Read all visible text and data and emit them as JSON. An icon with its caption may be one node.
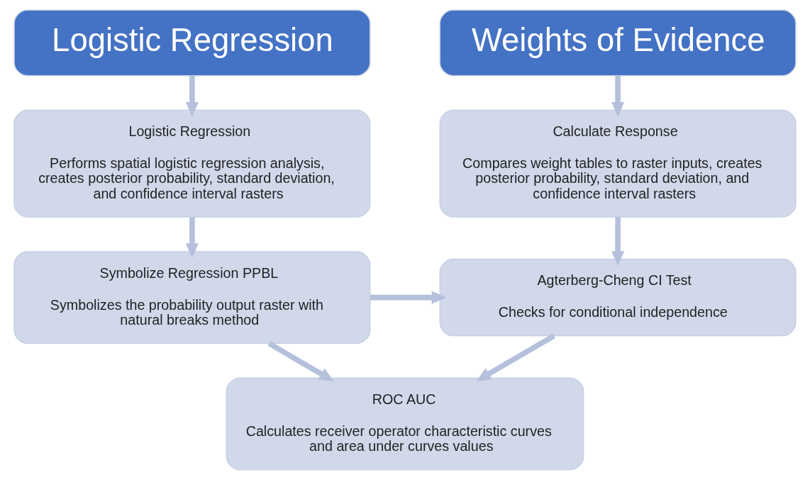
{
  "diagram": {
    "nodes": [
      {
        "text": [
          "Logistic Regression"
        ]
      },
      {
        "text": [
          "Weights of Evidence"
        ]
      },
      {
        "text": [
          "Logistic Regression",
          "Performs spatial logistic regression analysis, creates posterior probability, standard deviation, and confidence interval rasters"
        ]
      },
      {
        "text": [
          "Symbolize Regression PPBL",
          "Symbolizes the probability output raster with natural breaks method"
        ]
      },
      {
        "text": [
          "Calculate Response",
          "Compares weight tables to raster inputs, creates posterior probability, standard deviation, and confidence interval rasters"
        ]
      },
      {
        "text": [
          "Agterberg-Cheng CI Test",
          "Checks for conditional independence"
        ]
      },
      {
        "text": [
          "ROC AUC",
          "Calculates receiver operator characteristic curves and area under curves values"
        ]
      }
    ],
    "edges": [
      {
        "from": 0,
        "to": 2,
        "arrow": "to"
      },
      {
        "from": 2,
        "to": 3,
        "arrow": "to"
      },
      {
        "from": 3,
        "to": 5,
        "arrow": "to"
      },
      {
        "from": 3,
        "to": 6,
        "arrow": "to"
      },
      {
        "from": 1,
        "to": 4,
        "arrow": "to"
      },
      {
        "from": 4,
        "to": 5,
        "arrow": "to"
      },
      {
        "from": 5,
        "to": 6,
        "arrow": "to"
      }
    ]
  }
}
